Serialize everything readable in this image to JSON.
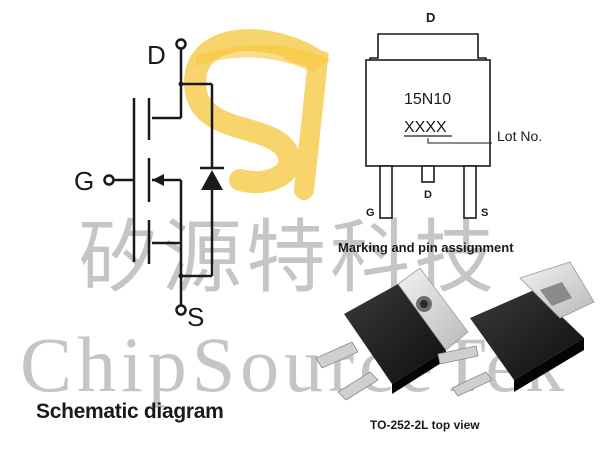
{
  "watermark": {
    "chinese": "矽源特科技",
    "english": "ChipSourceTek"
  },
  "schematic": {
    "drain_label": "D",
    "gate_label": "G",
    "source_label": "S",
    "caption": "Schematic diagram"
  },
  "package_marking": {
    "top_tab_label": "D",
    "part_number": "15N10",
    "lot_code": "XXXX",
    "lot_callout": "Lot No.",
    "pin_labels": [
      "G",
      "D",
      "S"
    ],
    "caption": "Marking and pin assignment"
  },
  "package_view": {
    "caption": "TO-252-2L top view"
  },
  "colors": {
    "logo_accent": "#f6c63c",
    "line": "#1a1a1a",
    "watermark_text": "#969696"
  }
}
